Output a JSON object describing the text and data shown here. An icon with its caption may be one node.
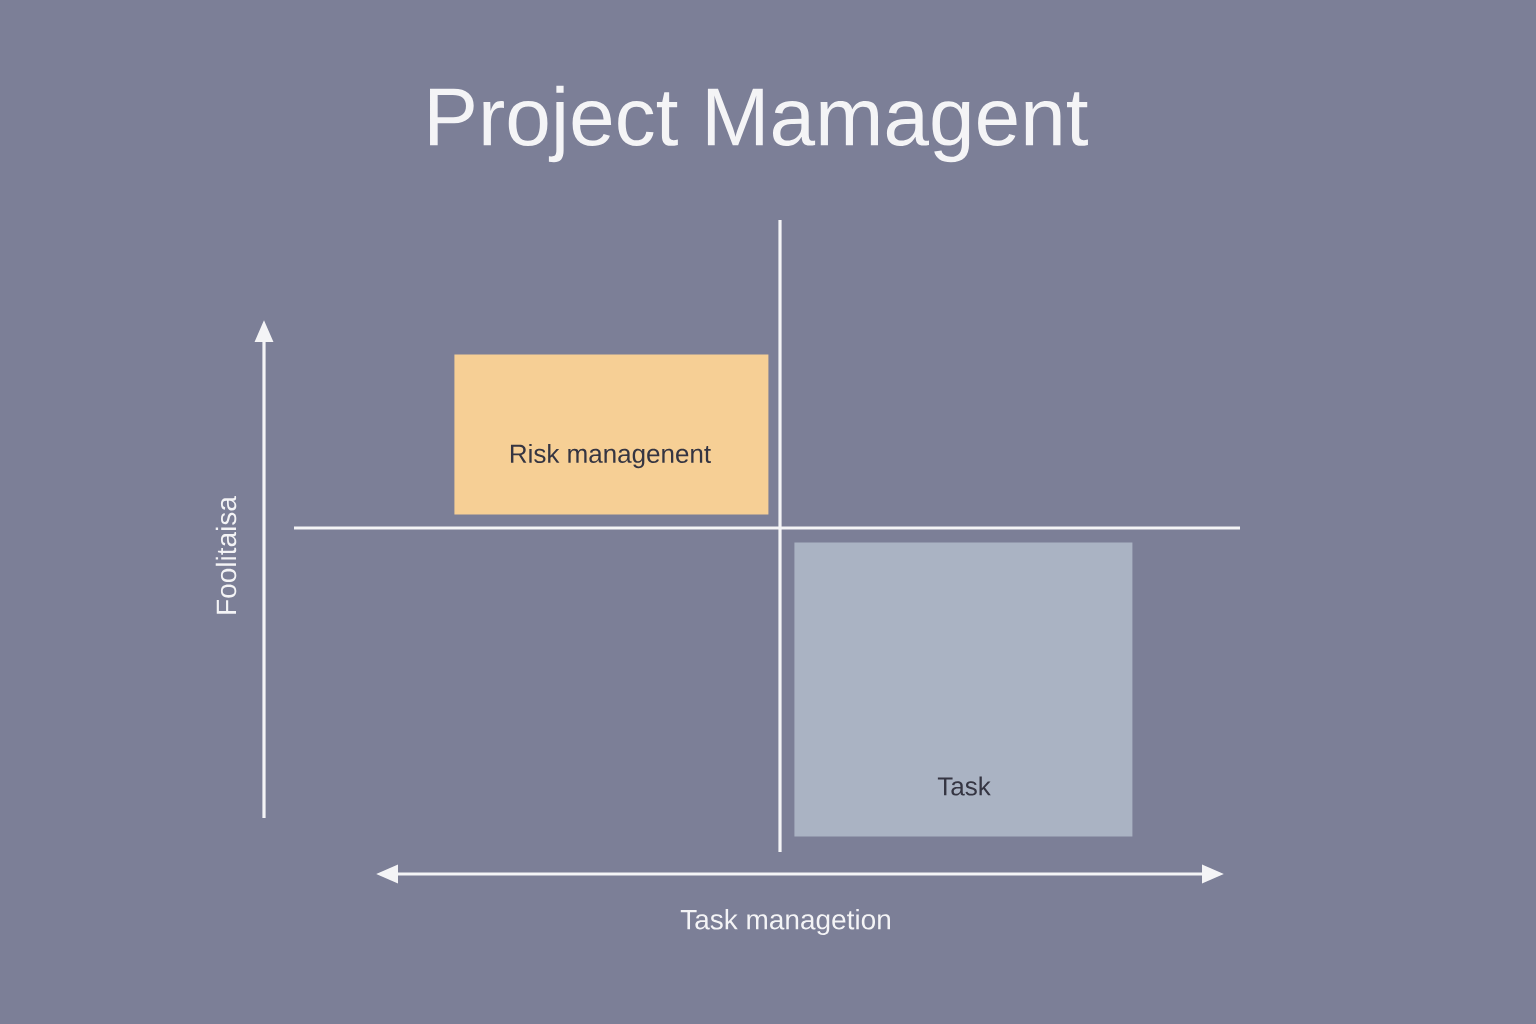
{
  "diagram": {
    "title": "Project Mamagent",
    "nodes": [
      {
        "text": [
          "Risk managenent"
        ]
      },
      {
        "text": [
          "Task"
        ]
      }
    ],
    "labels": [
      "Foolitaisa",
      "Task managetion"
    ]
  }
}
